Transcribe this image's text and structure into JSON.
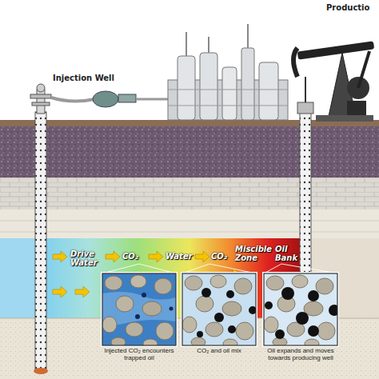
{
  "diagram": {
    "nodes": [
      {
        "text": [
          "Injected CO₂ encounters trapped oil"
        ]
      },
      {
        "text": [
          "CO₂ and oil mix"
        ]
      },
      {
        "text": [
          "Oil expands and moves towards producing well"
        ]
      }
    ],
    "labels": [
      "Injection Well",
      "Productio",
      "Drive Water",
      "CO₂",
      "Water",
      "CO₂",
      "Miscible Zone",
      "Oil Bank"
    ]
  }
}
